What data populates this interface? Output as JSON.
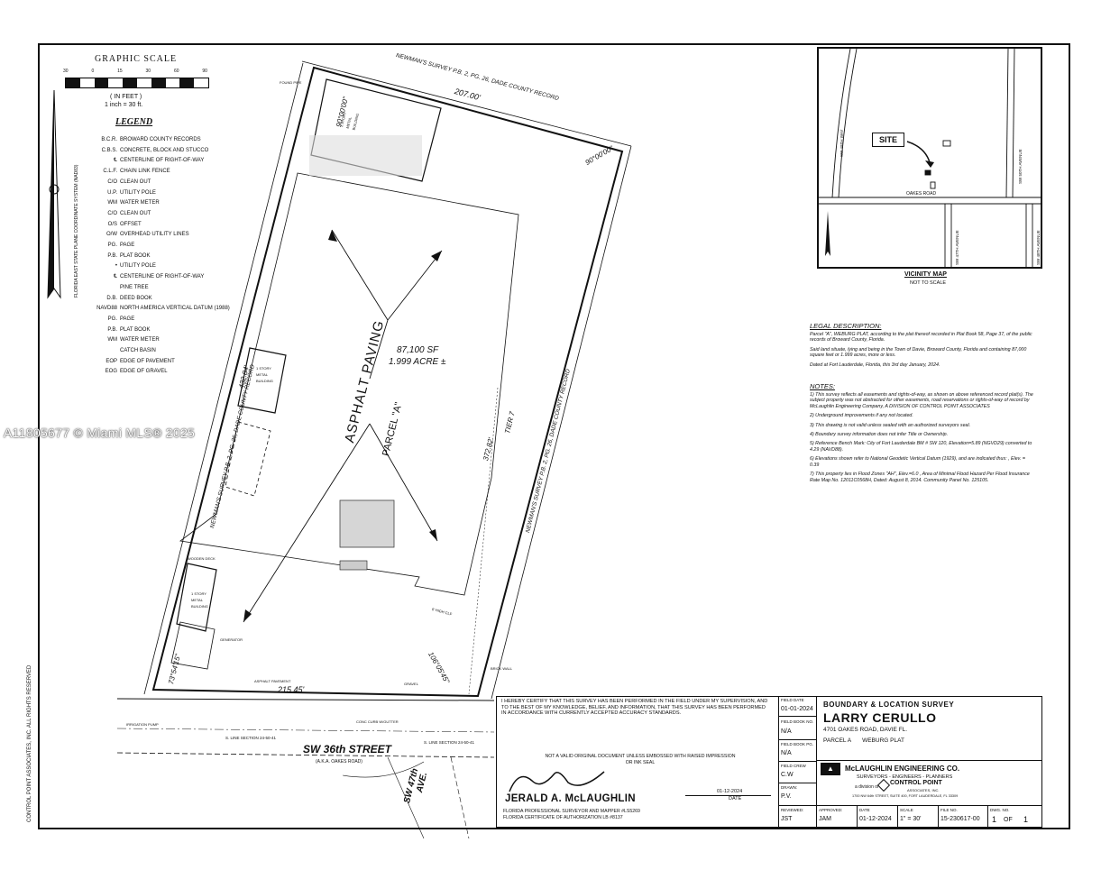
{
  "watermark": "A11805677 © Miami MLS® 2025",
  "graphic_scale": {
    "title": "GRAPHIC SCALE",
    "ticks": [
      "30",
      "0",
      "15",
      "30",
      "60",
      "90"
    ],
    "unit": "( IN FEET )",
    "ratio": "1 inch = 30  ft."
  },
  "legend": {
    "title": "LEGEND",
    "items": [
      {
        "key": "B.C.R.",
        "value": "BROWARD COUNTY RECORDS"
      },
      {
        "key": "C.B.S.",
        "value": "CONCRETE, BLOCK AND STUCCO"
      },
      {
        "key": "℄",
        "value": "CENTERLINE OF RIGHT-OF-WAY"
      },
      {
        "key": "C.L.F.",
        "value": "CHAIN LINK FENCE"
      },
      {
        "key": "C/O",
        "value": "CLEAN OUT"
      },
      {
        "key": "U.P.",
        "value": "UTILITY POLE"
      },
      {
        "key": "WM",
        "value": "WATER METER"
      },
      {
        "key": "C/O",
        "value": "CLEAN OUT"
      },
      {
        "key": "O/S",
        "value": "OFFSET"
      },
      {
        "key": "O/W",
        "value": "OVERHEAD UTILITY LINES"
      },
      {
        "key": "PG.",
        "value": "PAGE"
      },
      {
        "key": "P.B.",
        "value": "PLAT BOOK"
      },
      {
        "key": "•",
        "value": "UTILITY POLE"
      },
      {
        "key": "℄",
        "value": "CENTERLINE OF RIGHT-OF-WAY"
      },
      {
        "key": "",
        "value": "PINE TREE"
      },
      {
        "key": "D.B.",
        "value": "DEED BOOK"
      },
      {
        "key": "NAVD88",
        "value": "NORTH AMERICA VERTICAL DATUM (1988)"
      },
      {
        "key": "PG.",
        "value": "PAGE"
      },
      {
        "key": "P.B.",
        "value": "PLAT BOOK"
      },
      {
        "key": "WM",
        "value": "WATER METER"
      },
      {
        "key": "",
        "value": "CATCH BASIN"
      },
      {
        "key": "EOP",
        "value": "EDGE OF PAVEMENT"
      },
      {
        "key": "EOG",
        "value": "EDGE OF GRAVEL"
      }
    ]
  },
  "coordinate_system": "FLORIDA EAST STATE PLANE COORDINATE SYSTEM (NAD83)",
  "plan": {
    "top_record": "NEWMAN'S SURVEY P.B. 2, PG. 26, DADE COUNTY RECORD",
    "left_record": "NEWMAN'S SURVEY P.B. 2, PG. 26, DADE COUNTY RECORD",
    "right_record": "NEWMAN'S SURVEY P.B. 2, PG. 26, DADE COUNTY RECORD",
    "dim_top": "207.00'",
    "dim_left": "432.84'",
    "dim_right": "372.82'",
    "dim_bottom": "215.45'",
    "angle_tl": "90°00'00\"",
    "angle_tr": "90°00'00\"",
    "angle_br": "106°05'45\"",
    "angle_bl": "73°54'15\"",
    "tier": "TIER 7",
    "paving": "ASPHALT PAVING",
    "area_sf": "87,100 SF",
    "area_acre": "1.999 ACRE ±",
    "parcel": "PARCEL \"A\"",
    "street": "SW 36th STREET",
    "street_aka": "(A.K.A. OAKES ROAD)",
    "avenue_1": "SW 47th",
    "avenue_2": "AVE.",
    "building_top": "1 STORY METAL BUILDING",
    "building_mid": "1 STORY METAL BUILDING",
    "building_low": "1 STORY METAL BUILDING",
    "wooden_deck": "WOODEN DECK",
    "generator": "GENERATOR",
    "asphalt_pavement": "ASPHALT PAVEMENT",
    "gravel": "GRAVEL",
    "found_iron": "FOUND PIPE",
    "fence": "6' HIGH CLF",
    "brick_wall": "BRICK WALL",
    "section_line_left": "S. LINE SECTION 24-50-41",
    "section_line_right": "S. LINE SECTION 24-50-41",
    "curb": "CONC CURB W/GUTTER",
    "irrigation": "IRRIGATION PUMP"
  },
  "vicinity_map": {
    "title": "VICINITY MAP",
    "subtitle": "NOT TO SCALE",
    "site": "SITE",
    "oakes_road": "OAKES ROAD",
    "sw49th": "SW 49TH WAY",
    "sw50th": "SW 50TH AVENUE",
    "sw47th": "SW 47TH AVENUE",
    "sw48th": "SW 48TH AVENUE"
  },
  "legal": {
    "title": "LEGAL DESCRIPTION:",
    "p1": "Parcel \"A\", WEBURG PLAT, according to the plat thereof recorded in Plat Book 58, Page 37, of the public records of Broward County, Florida.",
    "p2": "Said land situate, lying and being in the Town of Davie, Broward County, Florida and containing 87,000 square feet or 1.999 acres, more or less.",
    "p3": "Dated at Fort Lauderdale, Florida, this 3rd day January, 2024."
  },
  "notes": {
    "title": "NOTES:",
    "items": [
      "1) This survey reflects all easements and rights-of-way, as shown on above referenced record plat(s). The subject property was not abstracted for other easements, road reservations or rights-of-way of record by McLaughlin Engineering Company, A DIVISION OF CONTROL POINT ASSOCIATES",
      "2) Underground improvements if any not located.",
      "3) This drawing is not valid unless sealed with an authorized surveyors seal.",
      "4) Boundary survey information does not infer Title or Ownership.",
      "5) Reference Bench Mark: City of Fort Lauderdale BM # SW 120, Elevation=5.89 (NGVD29) converted to 4.29 (NAVD88).",
      "6) Elevations shown refer to National Geodetic Vertical Datum (1929), and are indicated thus:  , Elev. = 0.39",
      "7) This property lies in Flood Zones \"AH\", Elev.=6.0 , Area of Minimal Flood Hazard Per Flood Insurance Rate Map No. 12011C0568H, Dated: August 8, 2014. Community Panel No. 125105."
    ]
  },
  "title_block": {
    "certification": "I HEREBY CERTIFY THAT THIS SURVEY HAS BEEN PERFORMED IN THE FIELD UNDER MY SUPERVISION, AND TO THE BEST OF MY KNOWLEDGE, BELIEF, AND INFORMATION, THAT THIS SURVEY HAS BEEN PERFORMED IN ACCORDANCE WITH CURRENTLY ACCEPTED ACCURACY STANDARDS.",
    "not_valid": "NOT A VALID ORIGINAL DOCUMENT UNLESS EMBOSSED WITH RAISED IMPRESSION OR INK SEAL",
    "surveyor": "JERALD A. McLAUGHLIN",
    "surveyor_line1": "FLORIDA PROFESSIONAL SURVEYOR AND MAPPER #LS5269",
    "surveyor_line2": "FLORIDA CERTIFICATE OF AUTHORIZATION LB #8137",
    "sign_date": "01-12-2024",
    "sign_date_label": "DATE",
    "field_date_label": "FIELD DATE",
    "field_date": "01-01-2024",
    "field_book_label": "FIELD BOOK NO.",
    "field_book": "N/A",
    "field_book_pg_label": "FIELD BOOK PG.",
    "field_book_pg": "N/A",
    "field_crew_label": "FIELD CREW",
    "field_crew": "C.W",
    "drawn_label": "DRAWN:",
    "drawn": "P.V.",
    "reviewed_label": "REVIEWED:",
    "reviewed": "JST",
    "approved_label": "APPROVED:",
    "approved": "JAM",
    "date_label": "DATE",
    "date": "01-12-2024",
    "scale_label": "SCALE",
    "scale": "1\" = 30'",
    "file_label": "FILE NO.",
    "file": "15-230617-00",
    "dwg_label": "DWG. NO.",
    "dwg": "1",
    "dwg_of": "OF",
    "dwg_total": "1",
    "survey_type": "BOUNDARY & LOCATION SURVEY",
    "client": "LARRY CERULLO",
    "address": "4701 OAKES ROAD, DAVIE FL.",
    "parcel": "PARCEL A",
    "plat": "WEBURG PLAT",
    "firm": "McLAUGHLIN ENGINEERING CO.",
    "firm_sub": "SURVEYORS - ENGINEERS - PLANNERS",
    "firm_division": "a division of",
    "control_point": "CONTROL POINT",
    "control_point_sub": "ASSOCIATES, INC.",
    "firm_address": "1700 NW 64th STREET, SUITE 400, FORT LAUDERDALE, FL 33309"
  },
  "side_copyright": "CONTROL POINT ASSOCIATES, INC. ALL RIGHTS RESERVED"
}
